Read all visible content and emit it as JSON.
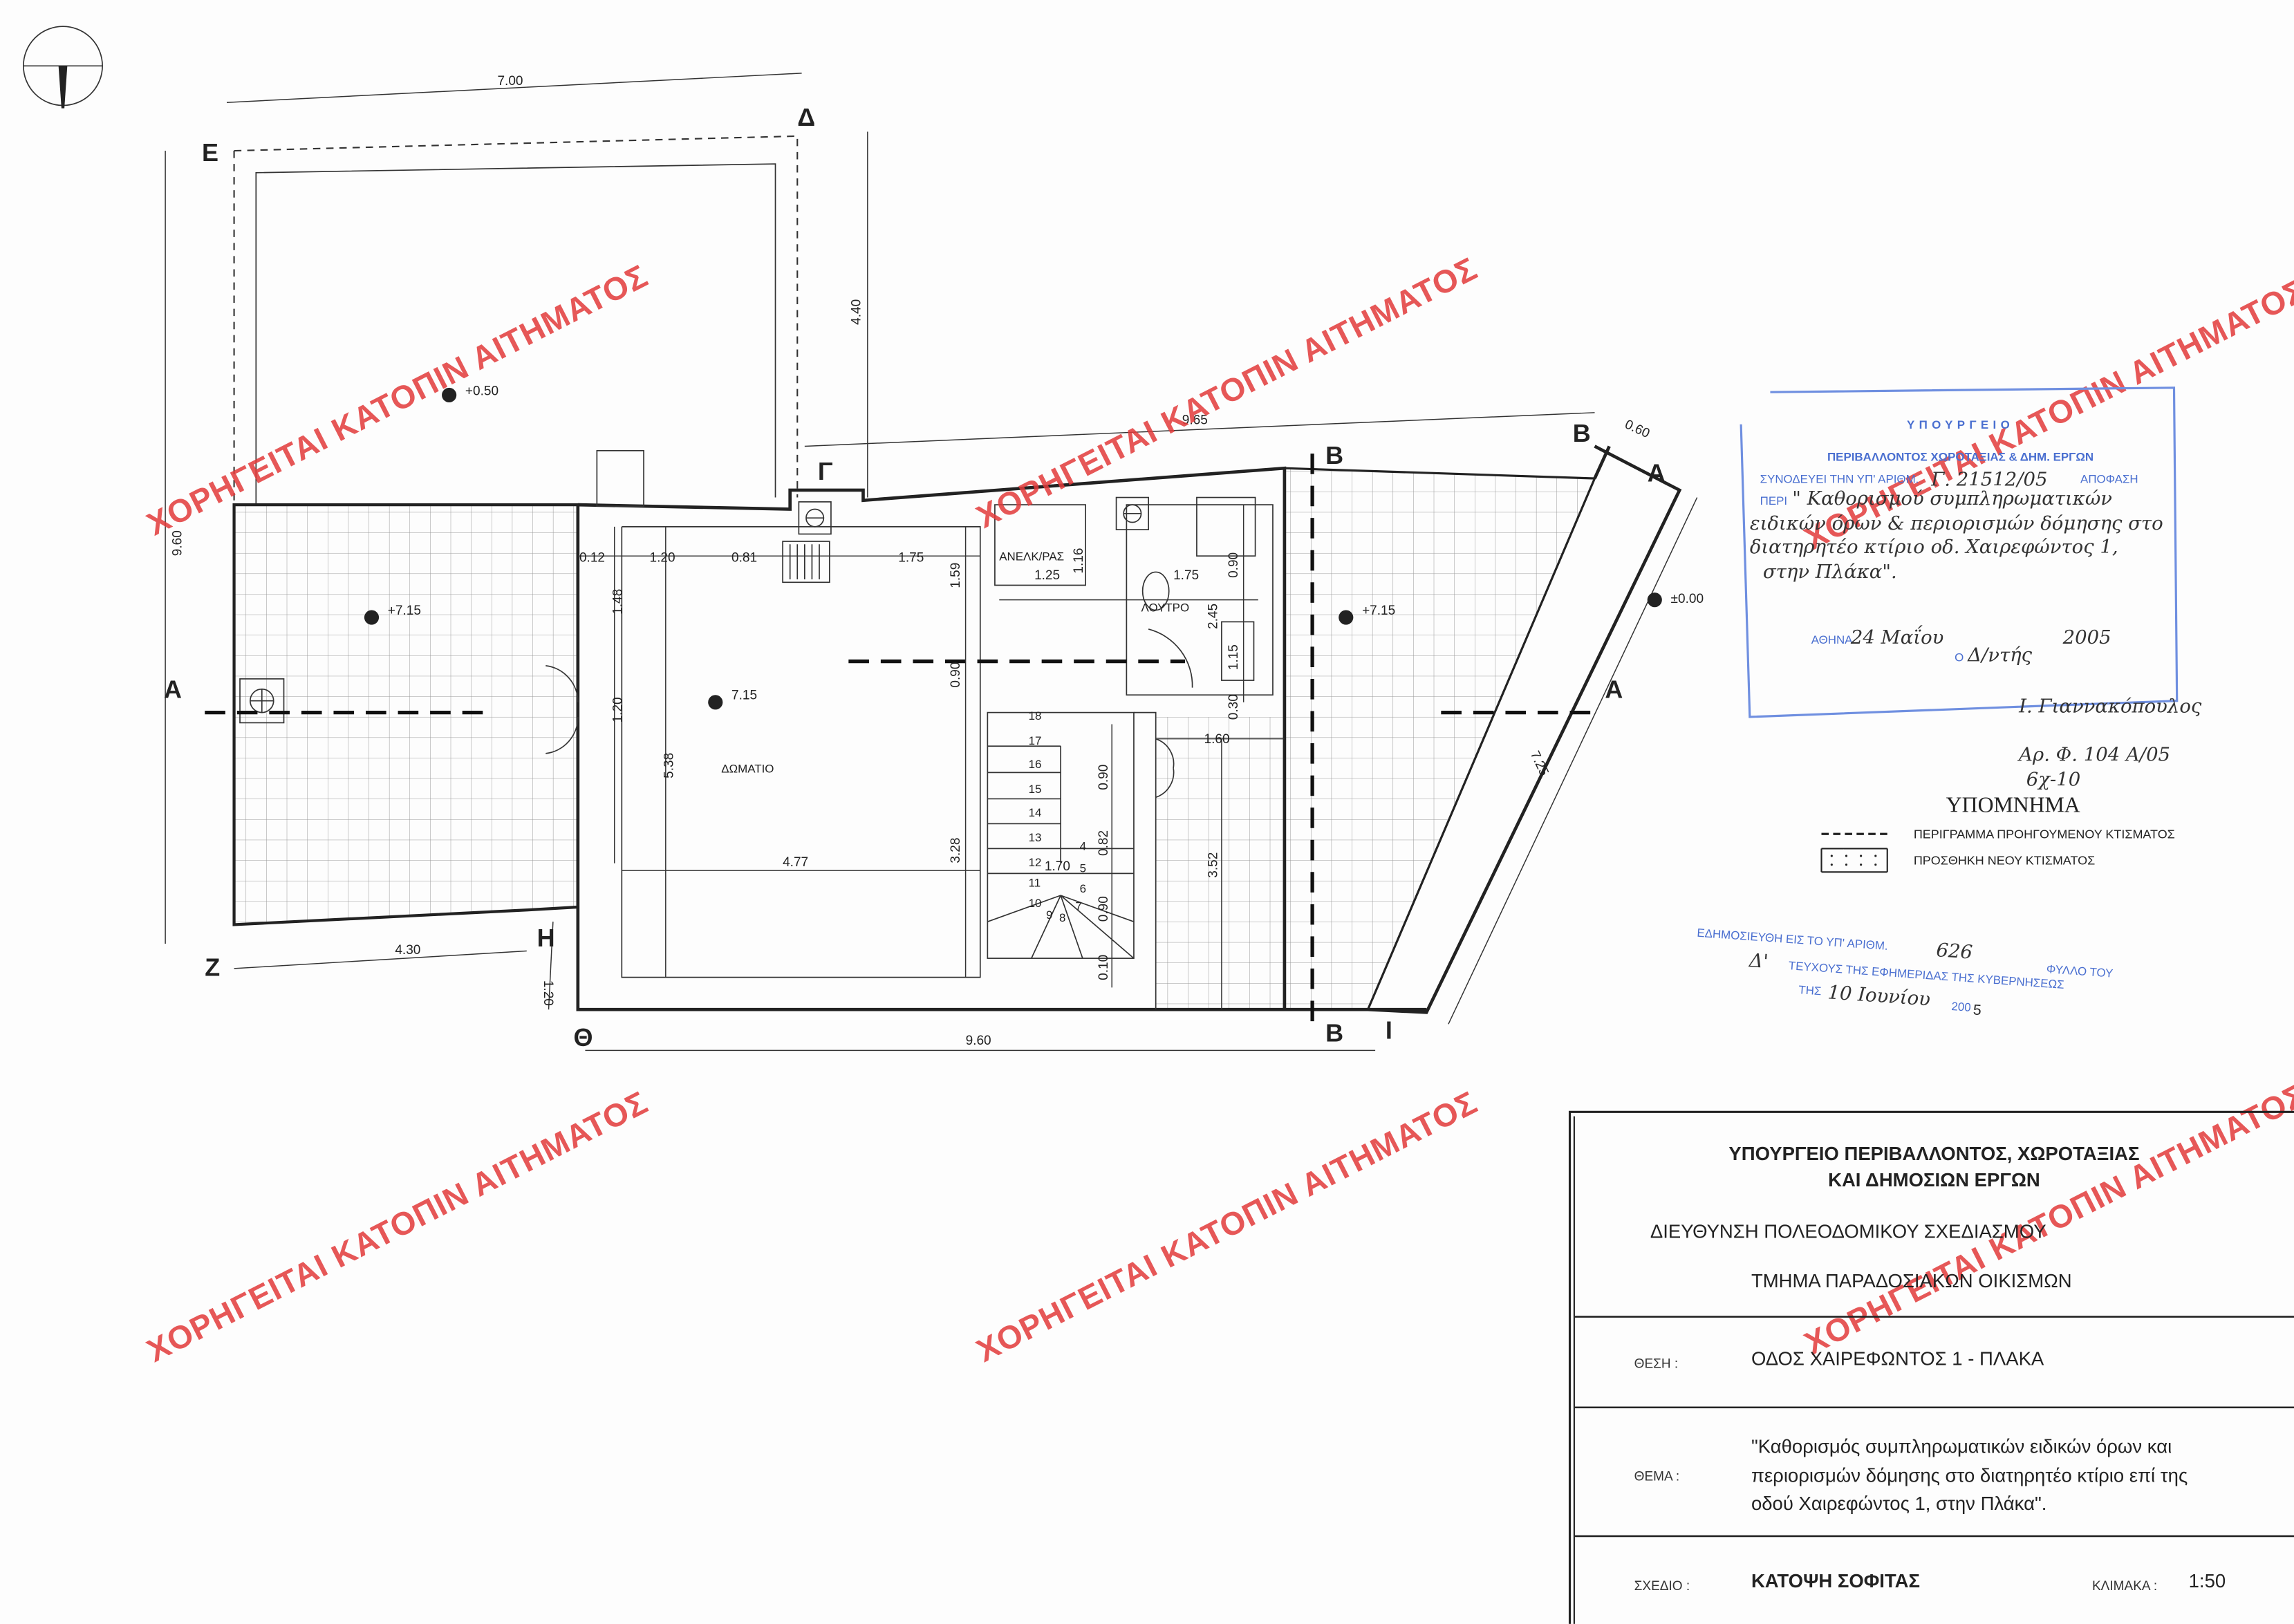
{
  "plan": {
    "points": {
      "E": "Ε",
      "Delta": "Δ",
      "Gamma": "Γ",
      "B1": "Β",
      "A1": "Α",
      "A_left": "Α",
      "A_right": "Α",
      "B_top": "Β",
      "B_bottom": "Β",
      "Z": "Ζ",
      "H": "Η",
      "Theta": "Θ",
      "I": "Ι"
    },
    "rooms": {
      "room": "ΔΩΜΑΤΙΟ",
      "elevator": "ΑΝΕΛΚ/ΡΑΣ",
      "bathroom": "ΛΟΥΤΡΟ"
    },
    "levels": {
      "upper_terrace": "+0.50",
      "left_terrace": "+7.15",
      "right_terrace": "+7.15",
      "room": "7.15",
      "street": "±0.00"
    },
    "dimensions": {
      "top_width": "7.00",
      "left_height": "9.60",
      "upper_depth": "4.40",
      "top_slant": "9.65",
      "corner": "0.60",
      "bottom_width": "9.60",
      "left_bottom": "4.30",
      "h_offset": "1.20",
      "diag": "7.25",
      "d012": "0.12",
      "d120a": "1.20",
      "d081": "0.81",
      "d175a": "1.75",
      "d148": "1.48",
      "d120b": "1.20",
      "d538": "5.38",
      "d159": "1.59",
      "d090a": "0.90",
      "d328": "3.28",
      "d477": "4.77",
      "d125": "1.25",
      "d116": "1.16",
      "d175b": "1.75",
      "d090b": "0.90",
      "d245": "2.45",
      "d115": "1.15",
      "d030": "0.30",
      "d160": "1.60",
      "d352": "3.52",
      "d090c": "0.90",
      "d082": "0.82",
      "d090d": "0.90",
      "d010": "0.10",
      "d170": "1.70"
    },
    "stair_steps": [
      "4",
      "5",
      "6",
      "7",
      "8",
      "9",
      "10",
      "11",
      "12",
      "13",
      "14",
      "15",
      "16",
      "17",
      "18"
    ]
  },
  "watermark": "ΧΟΡΗΓΕΙΤΑΙ ΚΑΤΟΠΙΝ ΑΙΤΗΜΑΤΟΣ",
  "approval_stamp": {
    "line1": "ΥΠΟΥΡΓΕΙΟ",
    "line2": "ΠΕΡΙΒΑΛΛΟΝΤΟΣ ΧΩΡΟΤΑΞΙΑΣ & ΔΗΜ. ΕΡΓΩΝ",
    "accompanies": "ΣΥΝΟΔΕΥΕΙ ΤΗΝ ΥΠ' ΑΡΙΘΜ.",
    "number": "Γ. 21512/05",
    "decision": "ΑΠΟΦΑΣΗ",
    "about": "ΠΕΡΙ",
    "hand1": "\" Καθορισμού συμπληρωματικών",
    "hand2": "ειδικών όρων & περιορισμών δόμησης στο",
    "hand3": "διατηρητέο κτίριο οδ. Χαιρεφώντος 1,",
    "hand4": "στην Πλάκα\".",
    "city": "ΑΘΗΝΑ",
    "date": "24 Μαΐου",
    "year": "2005",
    "o": "Ο",
    "role": "Δ/ντής",
    "signature": "Ι. Γιαννακόπουλος"
  },
  "file_ref": {
    "line1": "Αρ. Φ. 104 Α/05",
    "line2": "6χ-10"
  },
  "legend": {
    "title": "ΥΠΟΜΝΗΜΑ",
    "items": [
      {
        "label": "ΠΕΡΙΓΡΑΜΜΑ ΠΡΟΗΓΟΥΜΕΝΟΥ ΚΤΙΣΜΑΤΟΣ"
      },
      {
        "label": "ΠΡΟΣΘΗΚΗ ΝΕΟΥ ΚΤΙΣΜΑΤΟΣ"
      }
    ]
  },
  "publication_stamp": {
    "line1": "ΕΔΗΜΟΣΙΕΥΘΗ ΕΙΣ ΤΟ ΥΠ' ΑΡΙΘΜ.",
    "number": "626",
    "sheet": "ΦΥΛΛΟ ΤΟΥ",
    "issue": "Δ'",
    "line2": "ΤΕΥΧΟΥΣ ΤΗΣ ΕΦΗΜΕΡΙΔΑΣ ΤΗΣ ΚΥΒΕΡΝΗΣΕΩΣ",
    "the": "ΤΗΣ",
    "date": "10 Ιουνίου",
    "year_prefix": "200",
    "year_suffix": "5"
  },
  "title_block": {
    "ministry1": "ΥΠΟΥΡΓΕΙΟ ΠΕΡΙΒΑΛΛΟΝΤΟΣ, ΧΩΡΟΤΑΞΙΑΣ",
    "ministry2": "ΚΑΙ ΔΗΜΟΣΙΩΝ ΕΡΓΩΝ",
    "directorate": "ΔΙΕΥΘΥΝΣΗ ΠΟΛΕΟΔΟΜΙΚΟΥ ΣΧΕΔΙΑΣΜΟΥ",
    "department": "ΤΜΗΜΑ ΠΑΡΑΔΟΣΙΑΚΩΝ ΟΙΚΙΣΜΩΝ",
    "location_label": "ΘΕΣΗ :",
    "location": "ΟΔΟΣ ΧΑΙΡΕΦΩΝΤΟΣ 1 - ΠΛΑΚΑ",
    "subject_label": "ΘΕΜΑ :",
    "subject1": "\"Καθορισμός συμπληρωματικών ειδικών όρων και",
    "subject2": "περιορισμών δόμησης στο διατηρητέο κτίριο επί της",
    "subject3": "οδού Χαιρεφώντος 1, στην Πλάκα\".",
    "drawing_label": "ΣΧΕΔΙΟ :",
    "drawing": "ΚΑΤΟΨΗ ΣΟΦΙΤΑΣ",
    "scale_label": "ΚΛΙΜΑΚΑ :",
    "scale": "1:50"
  },
  "colors": {
    "watermark": "#e23b3b",
    "stamp": "#4a6fd0",
    "ink": "#222222"
  }
}
